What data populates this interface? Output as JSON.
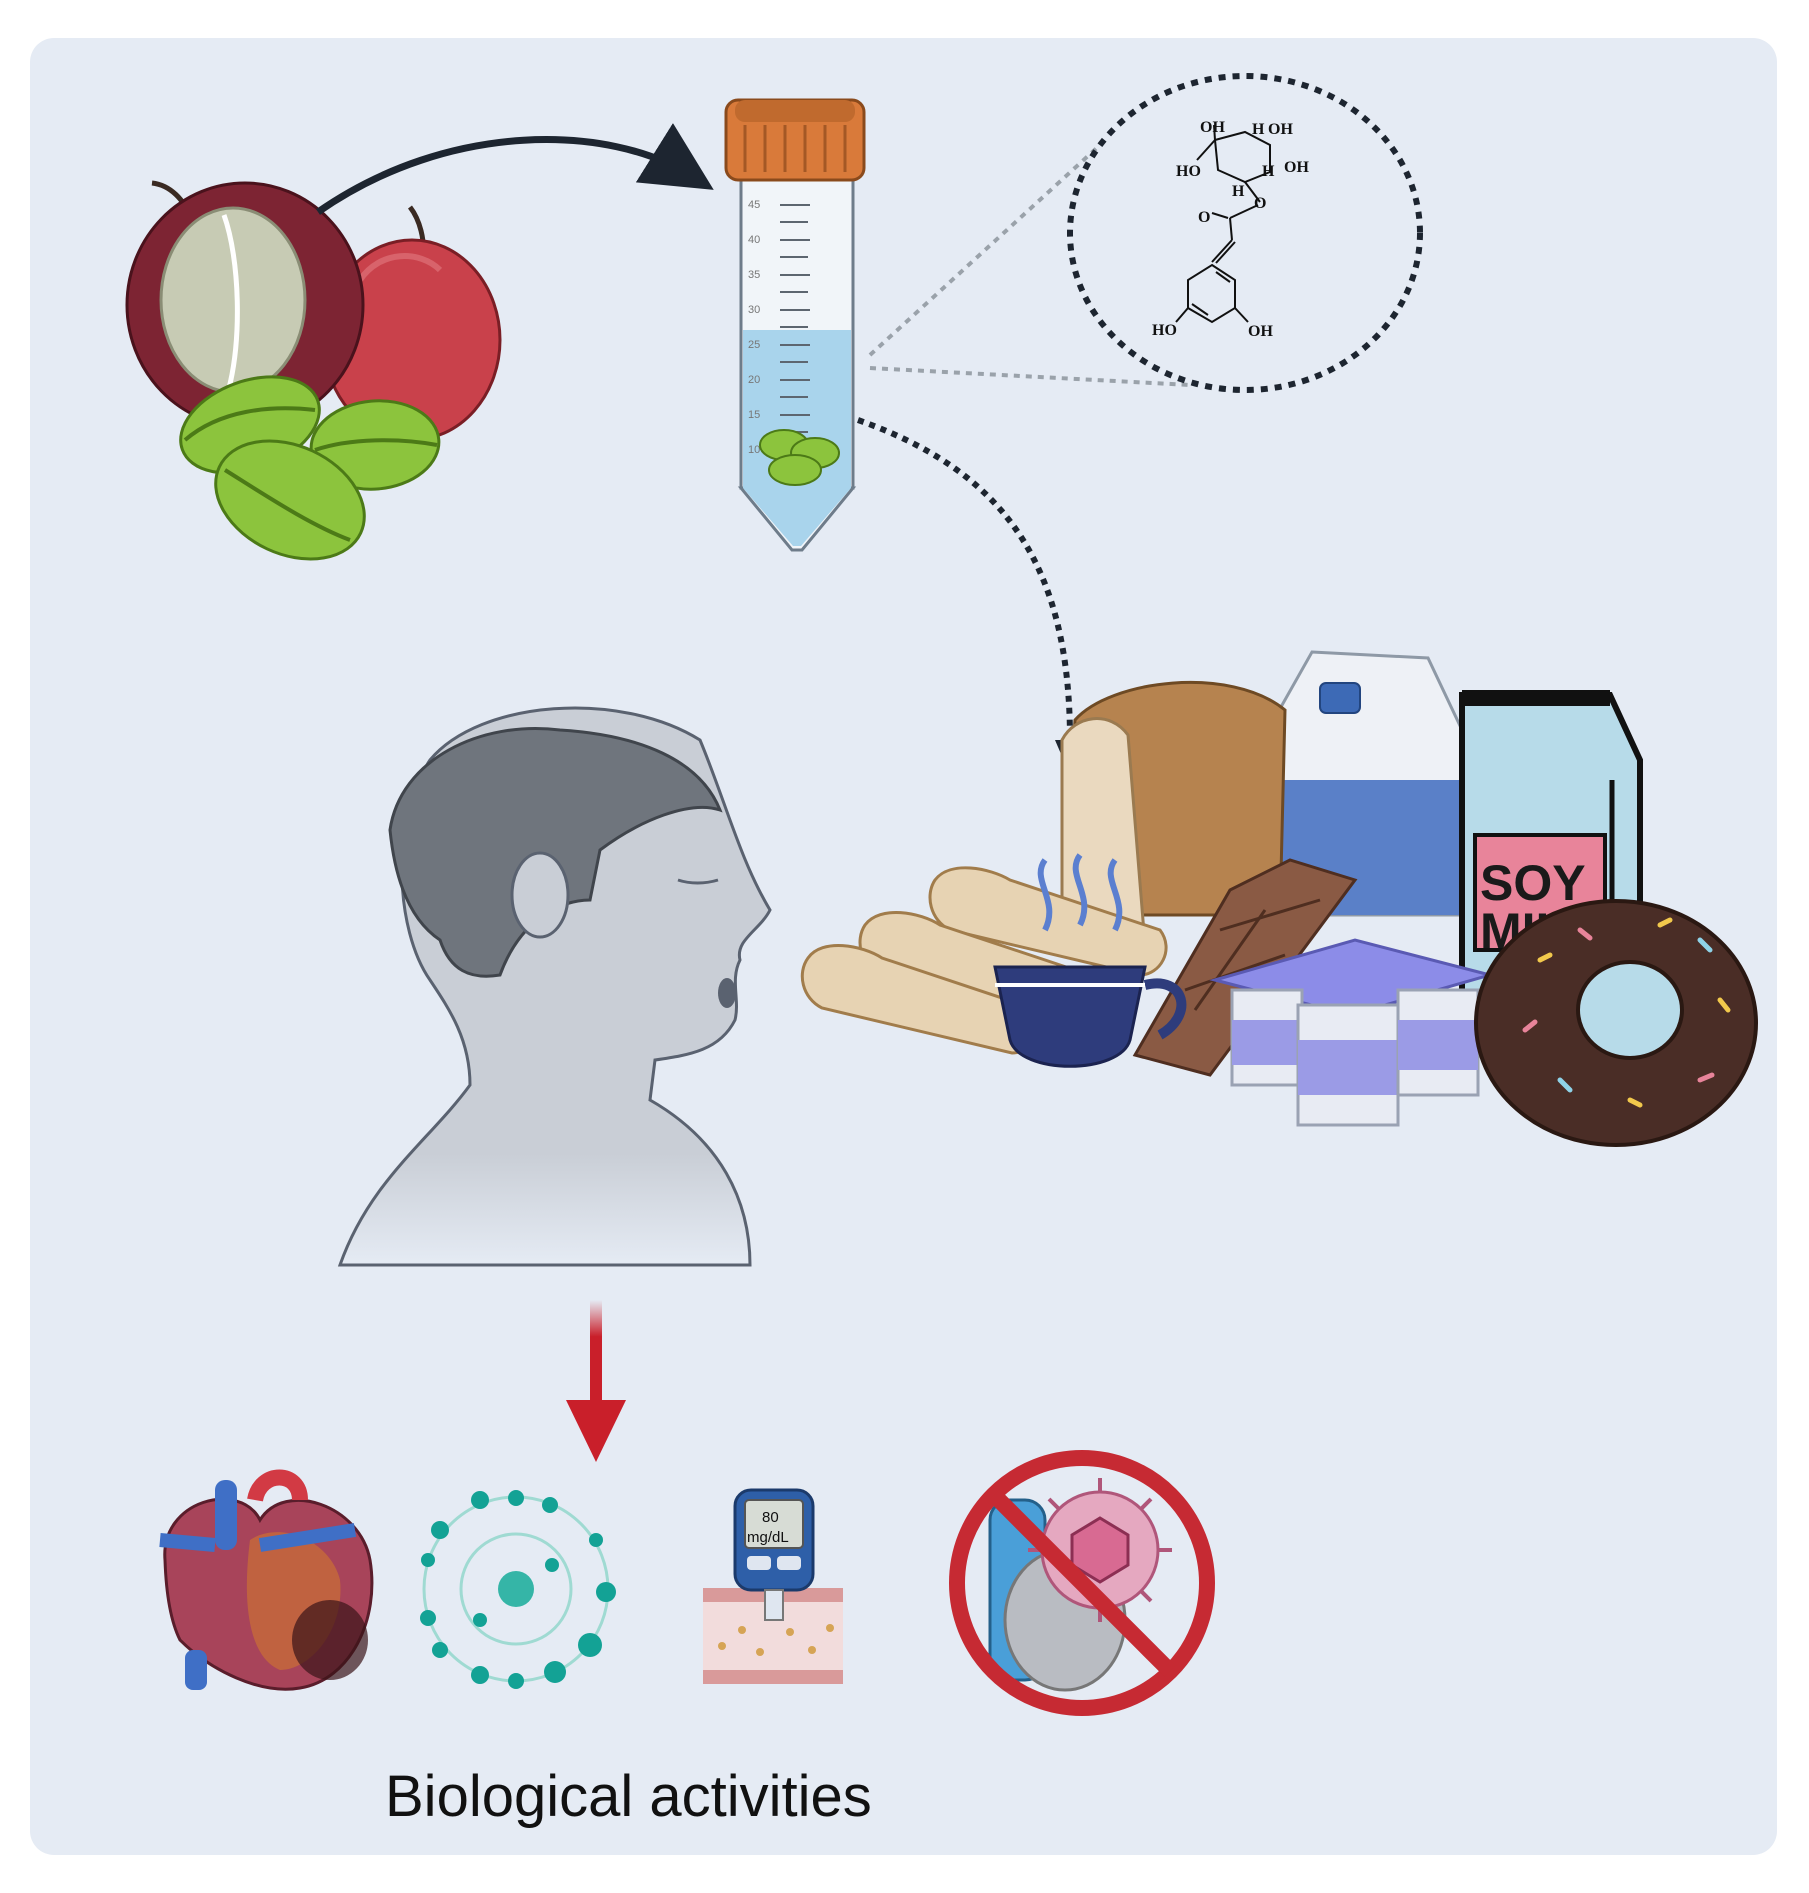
{
  "caption": "Biological activities",
  "molecule": {
    "labels": [
      "OH",
      "H",
      "OH",
      "HO",
      "H",
      "OH",
      "H",
      "O",
      "O",
      "HO",
      "OH"
    ]
  },
  "tube": {
    "scale": [
      "45",
      "40",
      "35",
      "30",
      "25",
      "20",
      "15",
      "10"
    ]
  },
  "soy_milk": {
    "line1": "SOY",
    "line2": "MILK"
  },
  "glucose_meter": {
    "value": "80",
    "unit": "mg/dL"
  },
  "colors": {
    "background": "#e5ebf4",
    "arrow_black": "#1d2530",
    "arrow_red": "#c91f2a",
    "tube_cap": "#d97a3a",
    "liquid": "#a9d4ec",
    "green_bean": "#8cc43d",
    "no_sign": "#c62a33"
  }
}
